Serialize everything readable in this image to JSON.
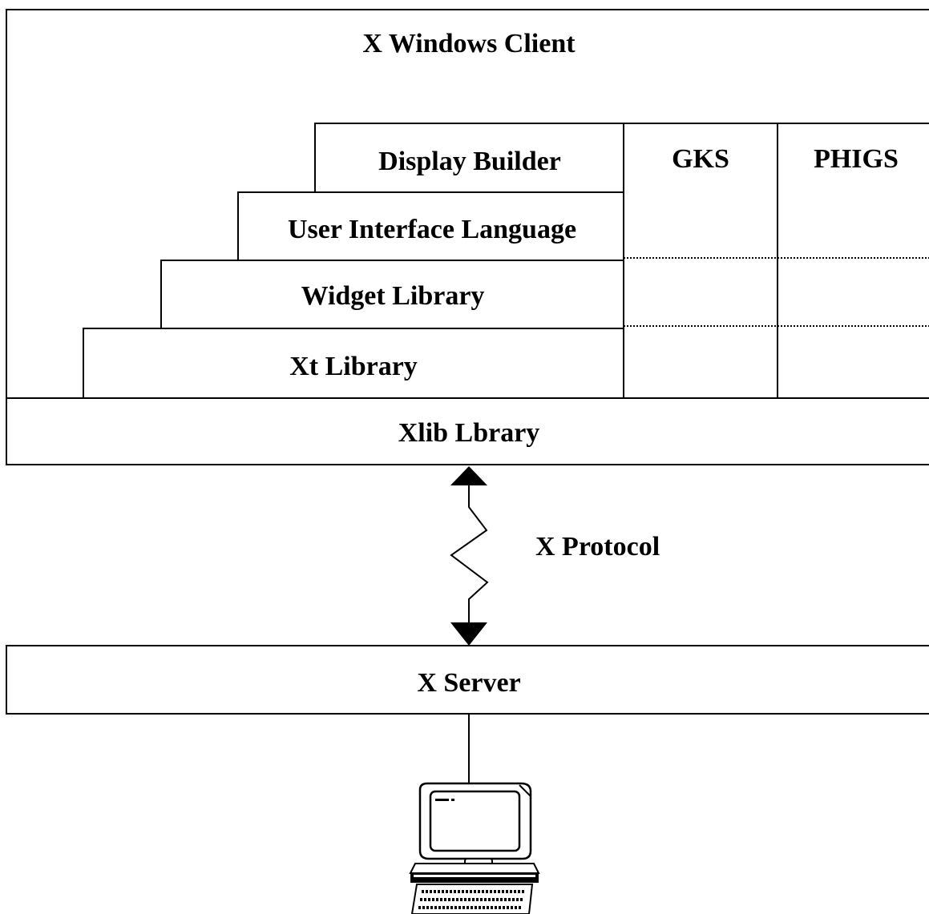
{
  "client": {
    "title": "X Windows Client"
  },
  "layers": {
    "display_builder": "Display Builder",
    "uil": "User Interface Language",
    "widget_library": "Widget Library",
    "xt_library": "Xt Library",
    "gks": "GKS",
    "phigs": "PHIGS",
    "xlib": "Xlib Lbrary"
  },
  "protocol": {
    "label": "X Protocol"
  },
  "server": {
    "label": "X Server"
  },
  "workstation": {
    "icon": "computer-terminal-icon"
  }
}
